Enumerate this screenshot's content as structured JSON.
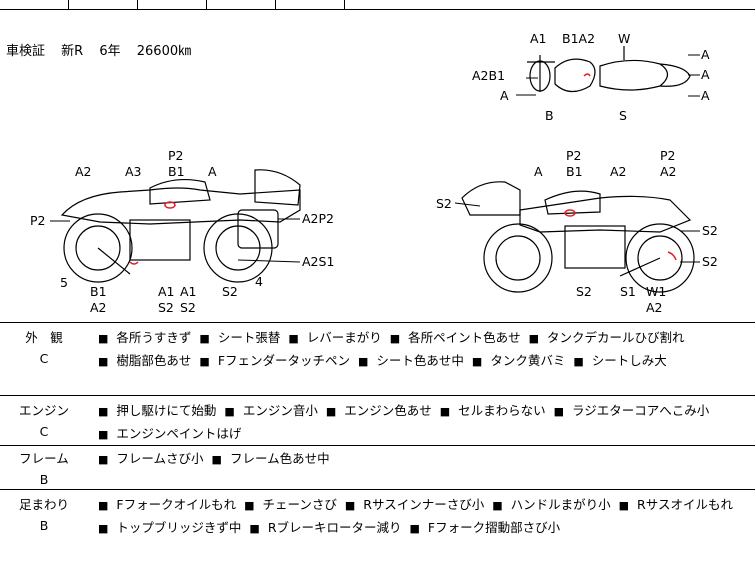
{
  "vehicle": {
    "label": "車検証",
    "registration": "新R",
    "year": "6年",
    "mileage": "26600㎞"
  },
  "diagram_labels": {
    "top": [
      "A1",
      "B1A2",
      "W",
      "A2B1",
      "A",
      "B",
      "S",
      "A",
      "A",
      "A"
    ],
    "left": [
      "P2",
      "B1",
      "A",
      "A2",
      "A3",
      "P2",
      "A2P2",
      "A2S1",
      "5",
      "B1",
      "A2",
      "A1",
      "A1",
      "S2",
      "S2",
      "S2",
      "4"
    ],
    "right": [
      "P2",
      "B1",
      "A",
      "A2",
      "P2",
      "A2",
      "S2",
      "S2",
      "S2",
      "S2",
      "S1",
      "W1",
      "A2"
    ]
  },
  "sections": [
    {
      "category": "外　観",
      "grade": "C",
      "items": [
        "各所うすきず",
        "シート張替",
        "レバーまがり",
        "各所ペイント色あせ",
        "タンクデカールひび割れ",
        "樹脂部色あせ",
        "Fフェンダータッチペン",
        "シート色あせ中",
        "タンク黄バミ",
        "シートしみ大"
      ]
    },
    {
      "category": "エンジン",
      "grade": "C",
      "items": [
        "押し駆けにて始動",
        "エンジン音小",
        "エンジン色あせ",
        "セルまわらない",
        "ラジエターコアへこみ小",
        "エンジンペイントはげ"
      ]
    },
    {
      "category": "フレーム",
      "grade": "B",
      "items": [
        "フレームさび小",
        "フレーム色あせ中"
      ]
    },
    {
      "category": "足まわり",
      "grade": "B",
      "items": [
        "Fフォークオイルもれ",
        "チェーンさび",
        "Rサスインナーさび小",
        "ハンドルまがり小",
        "Rサスオイルもれ",
        "トップブリッジきず中",
        "Rブレーキローター減り",
        "Fフォーク摺動部さび小"
      ]
    }
  ],
  "colors": {
    "damage_mark": "#e0202a",
    "line": "#000000"
  }
}
